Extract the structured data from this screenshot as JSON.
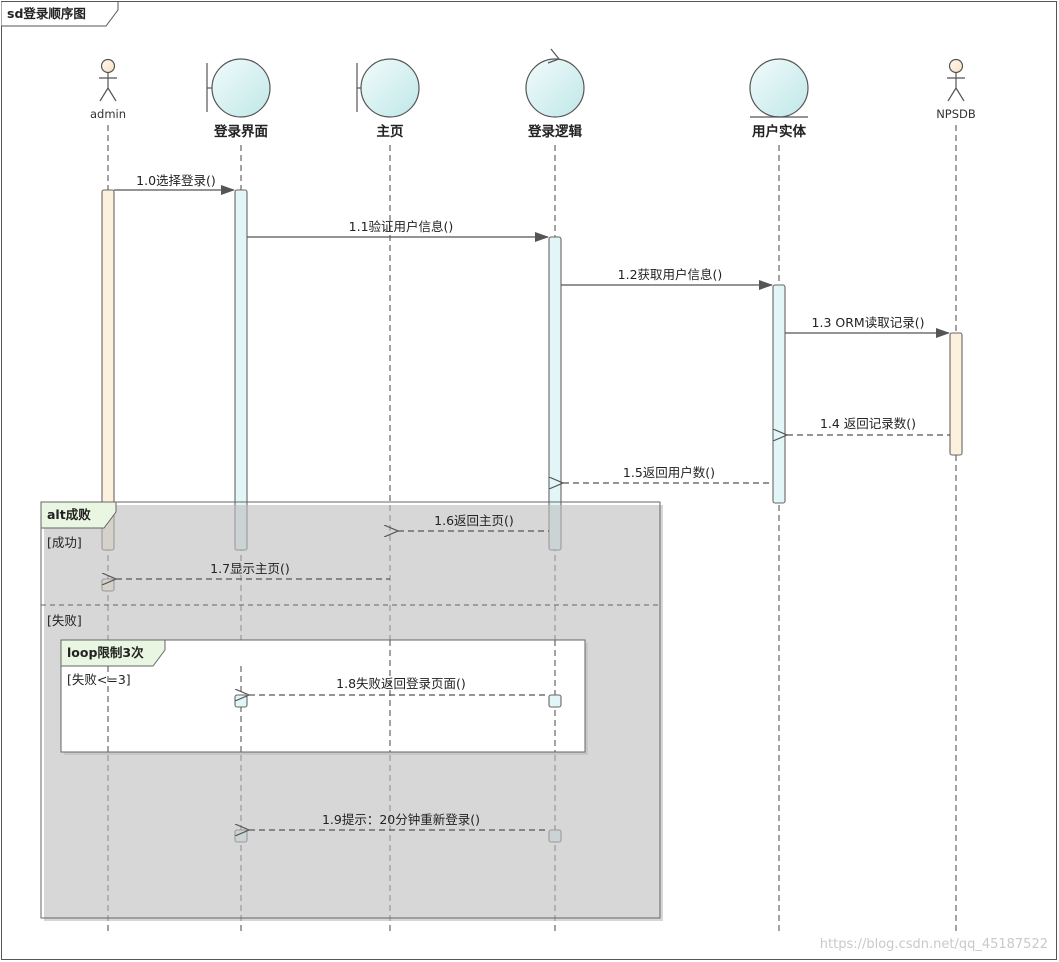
{
  "diagram": {
    "title": "sd登录顺序图",
    "participants": [
      {
        "id": "admin",
        "name": "admin",
        "kind": "actor"
      },
      {
        "id": "login_ui",
        "name": "登录界面",
        "kind": "boundary"
      },
      {
        "id": "home",
        "name": "主页",
        "kind": "boundary"
      },
      {
        "id": "login_logic",
        "name": "登录逻辑",
        "kind": "control"
      },
      {
        "id": "user_entity",
        "name": "用户实体",
        "kind": "entity"
      },
      {
        "id": "npsdb",
        "name": "NPSDB",
        "kind": "actor"
      }
    ],
    "messages": [
      {
        "label": "1.0选择登录()",
        "from": "admin",
        "to": "login_ui",
        "type": "sync"
      },
      {
        "label": "1.1验证用户信息()",
        "from": "login_ui",
        "to": "login_logic",
        "type": "sync"
      },
      {
        "label": "1.2获取用户信息()",
        "from": "login_logic",
        "to": "user_entity",
        "type": "sync"
      },
      {
        "label": "1.3 ORM读取记录()",
        "from": "user_entity",
        "to": "npsdb",
        "type": "sync"
      },
      {
        "label": "1.4 返回记录数()",
        "from": "npsdb",
        "to": "user_entity",
        "type": "return"
      },
      {
        "label": "1.5返回用户数()",
        "from": "user_entity",
        "to": "login_logic",
        "type": "return"
      },
      {
        "label": "1.6返回主页()",
        "from": "login_logic",
        "to": "home",
        "type": "return"
      },
      {
        "label": "1.7显示主页()",
        "from": "home",
        "to": "admin",
        "type": "return"
      },
      {
        "label": "1.8失败返回登录页面()",
        "from": "login_logic",
        "to": "login_ui",
        "type": "return"
      },
      {
        "label": "1.9提示：20分钟重新登录()",
        "from": "login_logic",
        "to": "login_ui",
        "type": "return"
      }
    ],
    "alt_frame": {
      "title": "alt成败",
      "guard_success": "[成功]",
      "guard_fail": "[失败]"
    },
    "loop_frame": {
      "title": "loop限制3次",
      "guard": "[失败<=3]"
    },
    "watermark": "https://blog.csdn.net/qq_45187522",
    "colors": {
      "activation_light_blue": "#e2f6f8",
      "activation_cream": "#fdf0dc",
      "icon_fill": "#d3f0f1",
      "frame_tab": "#e9f6e1",
      "line": "#555555"
    }
  }
}
